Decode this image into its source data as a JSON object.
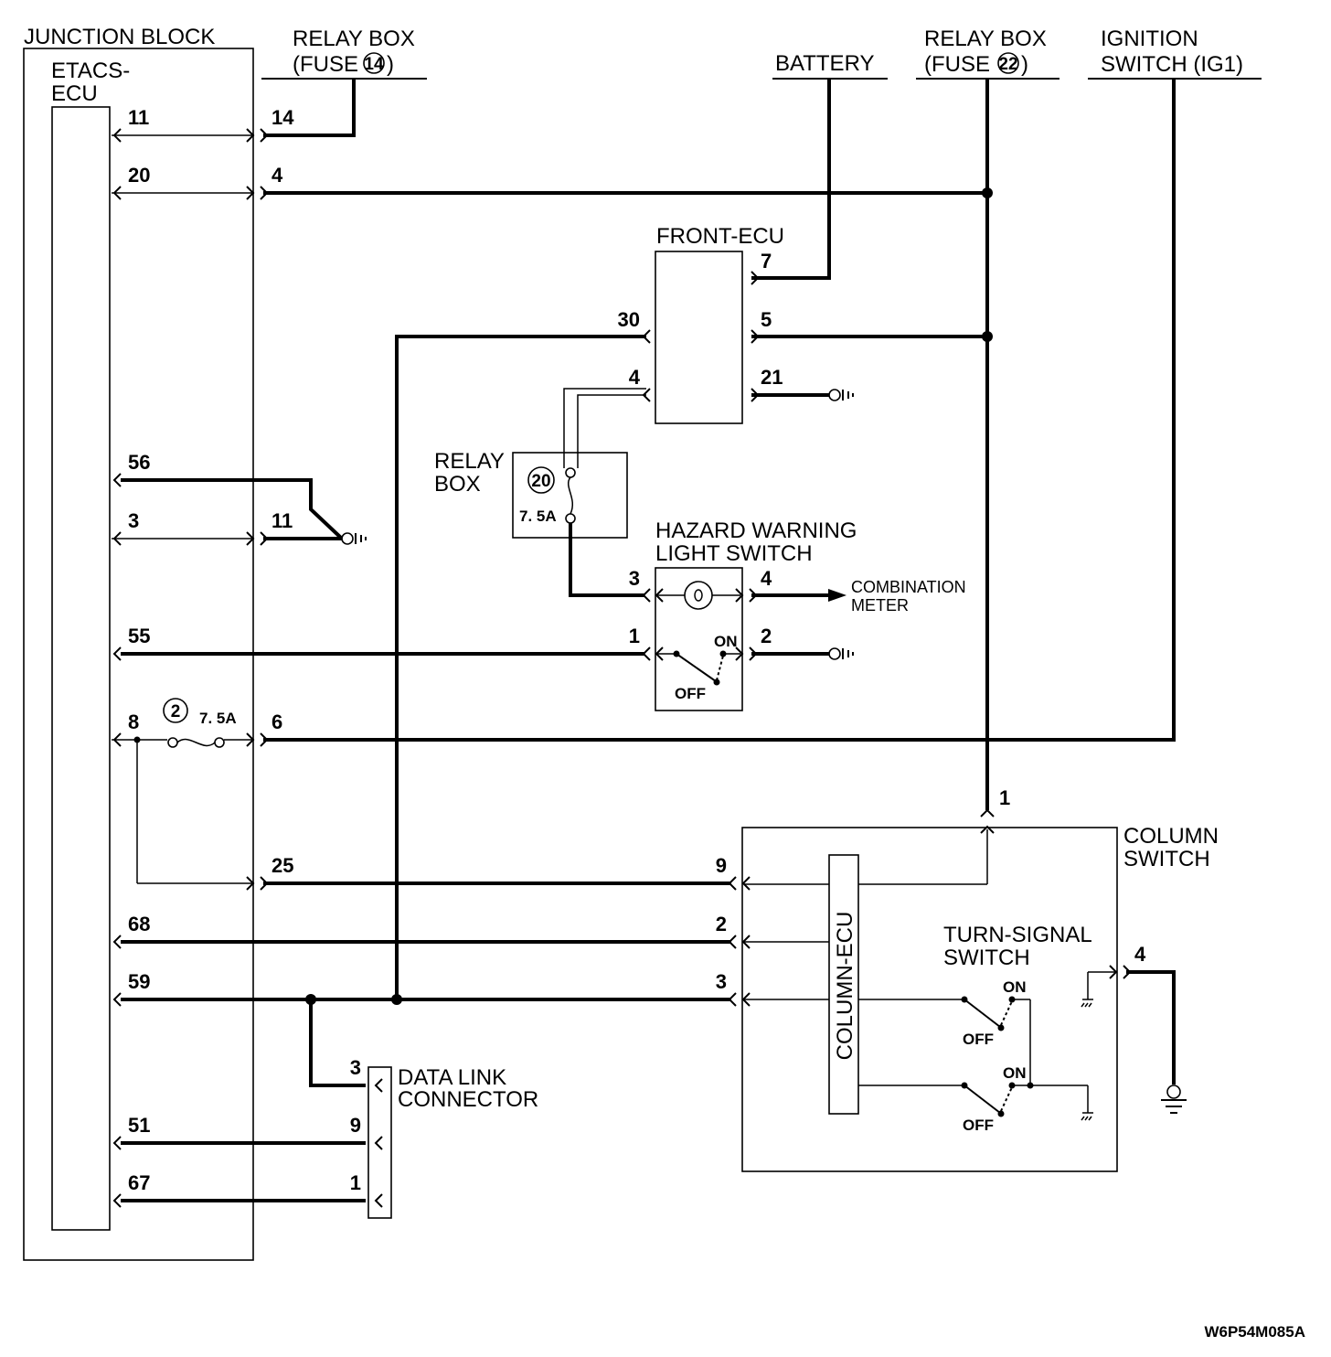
{
  "components": {
    "junction_block": "JUNCTION BLOCK",
    "etacs_ecu": [
      "ETACS-",
      "ECU"
    ],
    "relay_box_fuse14": [
      "RELAY BOX",
      "(FUSE",
      "14",
      ")"
    ],
    "battery": "BATTERY",
    "relay_box_fuse22": [
      "RELAY BOX",
      "(FUSE",
      "22",
      ")"
    ],
    "ignition_switch": [
      "IGNITION",
      "SWITCH (IG1)"
    ],
    "front_ecu": "FRONT-ECU",
    "relay_box": [
      "RELAY",
      "BOX"
    ],
    "relay_box_fuse": {
      "number": "20",
      "rating": "7. 5A"
    },
    "hazard_switch": [
      "HAZARD WARNING",
      "LIGHT SWITCH"
    ],
    "combination_meter": [
      "COMBINATION",
      "METER"
    ],
    "jb_fuse": {
      "number": "2",
      "rating": "7. 5A"
    },
    "column_switch": [
      "COLUMN",
      "SWITCH"
    ],
    "column_ecu": "COLUMN-ECU",
    "turn_signal_switch": [
      "TURN-SIGNAL",
      "SWITCH"
    ],
    "data_link_connector": [
      "DATA LINK",
      "CONNECTOR"
    ],
    "switch_on": "ON",
    "switch_off": "OFF"
  },
  "pins": {
    "etacs": [
      "11",
      "20",
      "56",
      "3",
      "55",
      "8",
      "68",
      "59",
      "51",
      "67"
    ],
    "junction": [
      "14",
      "4",
      "11",
      "6",
      "25"
    ],
    "front_ecu_left": [
      "30",
      "4"
    ],
    "front_ecu_right": [
      "7",
      "5",
      "21"
    ],
    "hazard_left": [
      "3",
      "1"
    ],
    "hazard_right": [
      "4",
      "2"
    ],
    "column_switch_top": "1",
    "column_switch_left": [
      "9",
      "2",
      "3"
    ],
    "column_switch_right": "4",
    "data_link": [
      "3",
      "9",
      "1"
    ]
  },
  "figure_code": "W6P54M085A"
}
